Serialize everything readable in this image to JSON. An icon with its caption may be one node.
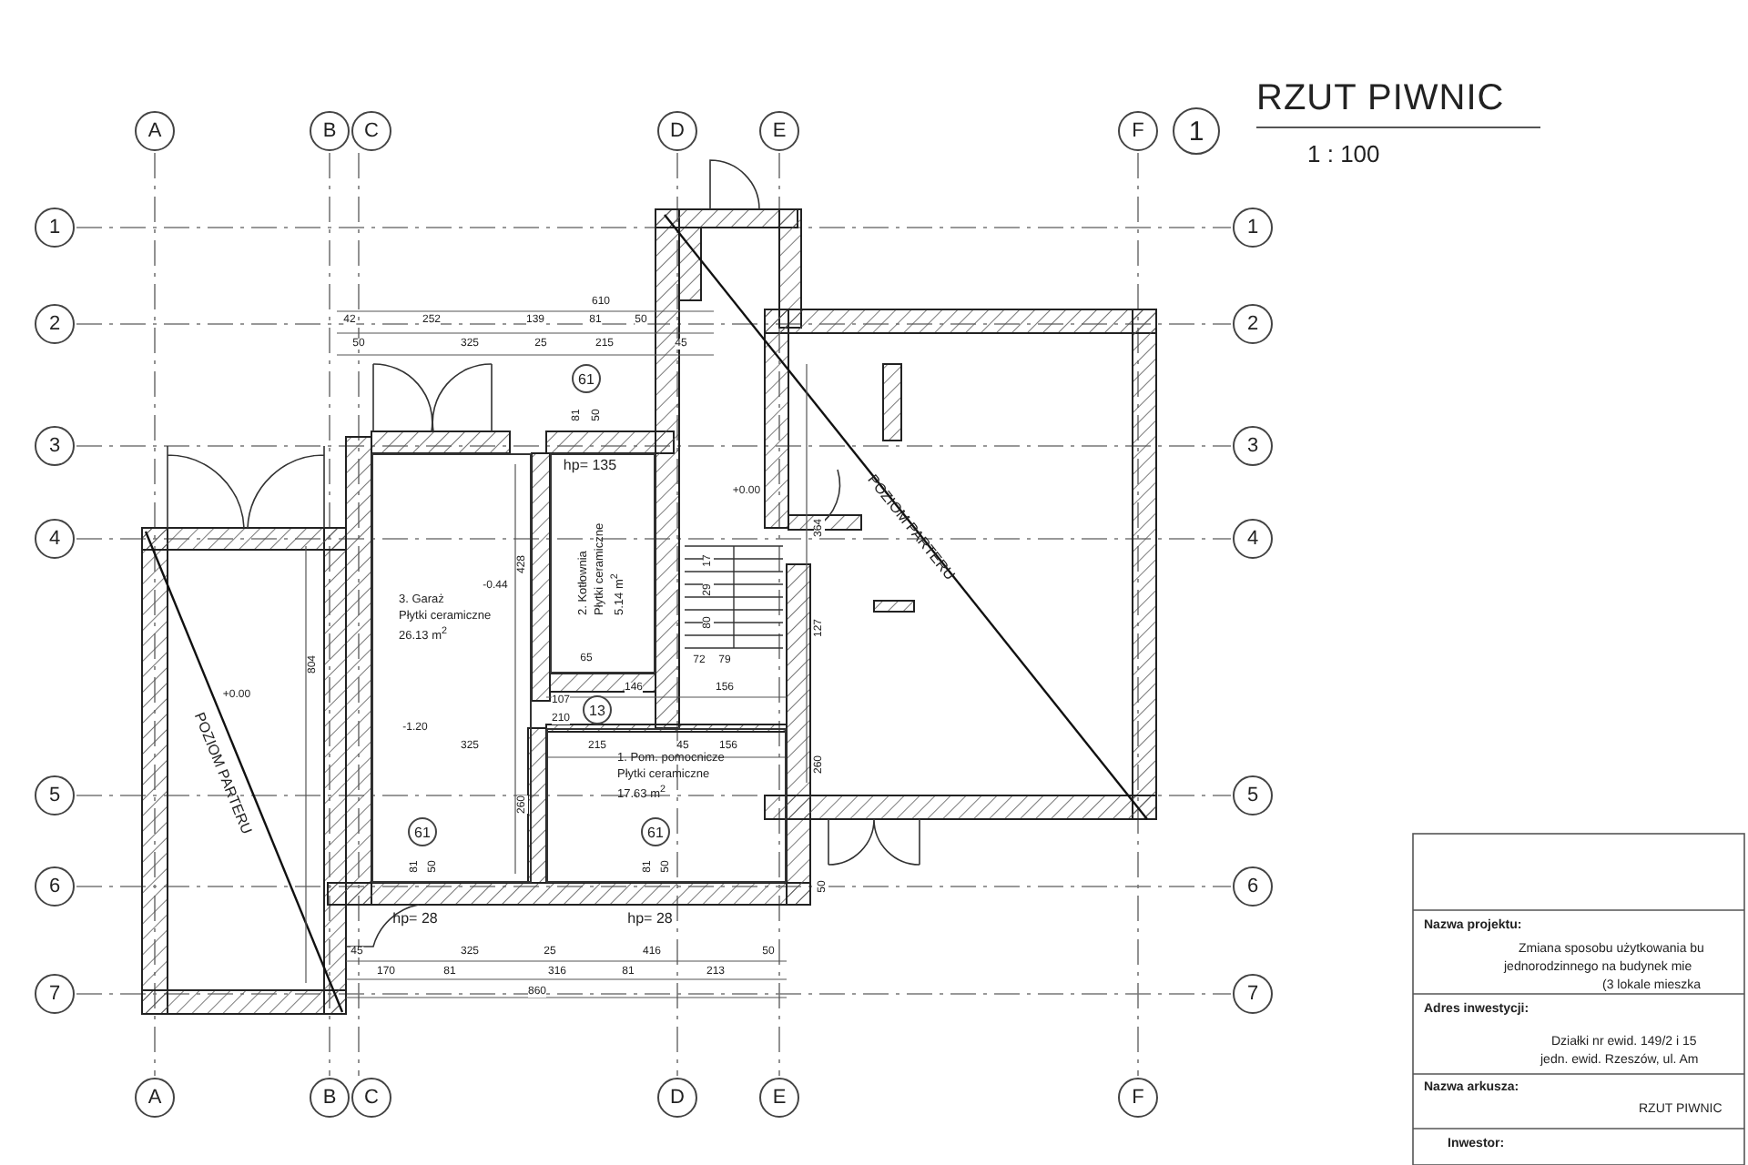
{
  "diagram": {
    "title": "RZUT PIWNIC",
    "nodes": [
      {
        "text": [
          "3. Garaż",
          "Płytki ceramiczne",
          "26.13 m$^{2}$"
        ]
      },
      {
        "text": [
          "2. Kotłownia",
          "Płytki ceramiczne",
          "5.14 m$^{2}$"
        ]
      },
      {
        "text": [
          "1. Pom. pomocnicze",
          "Płytki ceramiczne",
          "17.63 m$^{2}$"
        ]
      }
    ],
    "labels": [
      "A",
      "B",
      "C",
      "D",
      "E",
      "F",
      "1",
      "1 : 100",
      "1",
      "2",
      "3",
      "4",
      "5",
      "6",
      "7",
      "1",
      "2",
      "3",
      "4",
      "5",
      "6",
      "7",
      "610",
      "42",
      "252",
      "139",
      "81",
      "50",
      "50",
      "325",
      "25",
      "215",
      "45",
      "61",
      "81",
      "50",
      "hp= 135",
      "+0.00",
      "POZIOM PARTERU",
      "364",
      "+0.00",
      "804",
      "POZIOM PARTERU",
      "-0.44",
      "428",
      "17",
      "29",
      "80",
      "72",
      "79",
      "127",
      "65",
      "107",
      "210",
      "13",
      "146",
      "156",
      "-1.20",
      "325",
      "215",
      "45",
      "156",
      "260",
      "260",
      "61",
      "81",
      "50",
      "61",
      "81",
      "50",
      "hp= 28",
      "hp= 28",
      "45",
      "325",
      "25",
      "416",
      "50",
      "170",
      "81",
      "316",
      "81",
      "213",
      "860",
      "50",
      "A",
      "B",
      "C",
      "D",
      "E",
      "F",
      "Nazwa projektu:",
      "Zmiana sposobu użytkowania bu",
      "jednorodzinnego na budynek mie",
      "(3 lokale mieszka",
      "Adres inwestycji:",
      "Działki nr ewid. 149/2 i 15",
      "jedn. ewid. Rzeszów, ul. Am",
      "Nazwa arkusza:",
      "RZUT PIWNIC",
      "Inwestor:"
    ]
  }
}
